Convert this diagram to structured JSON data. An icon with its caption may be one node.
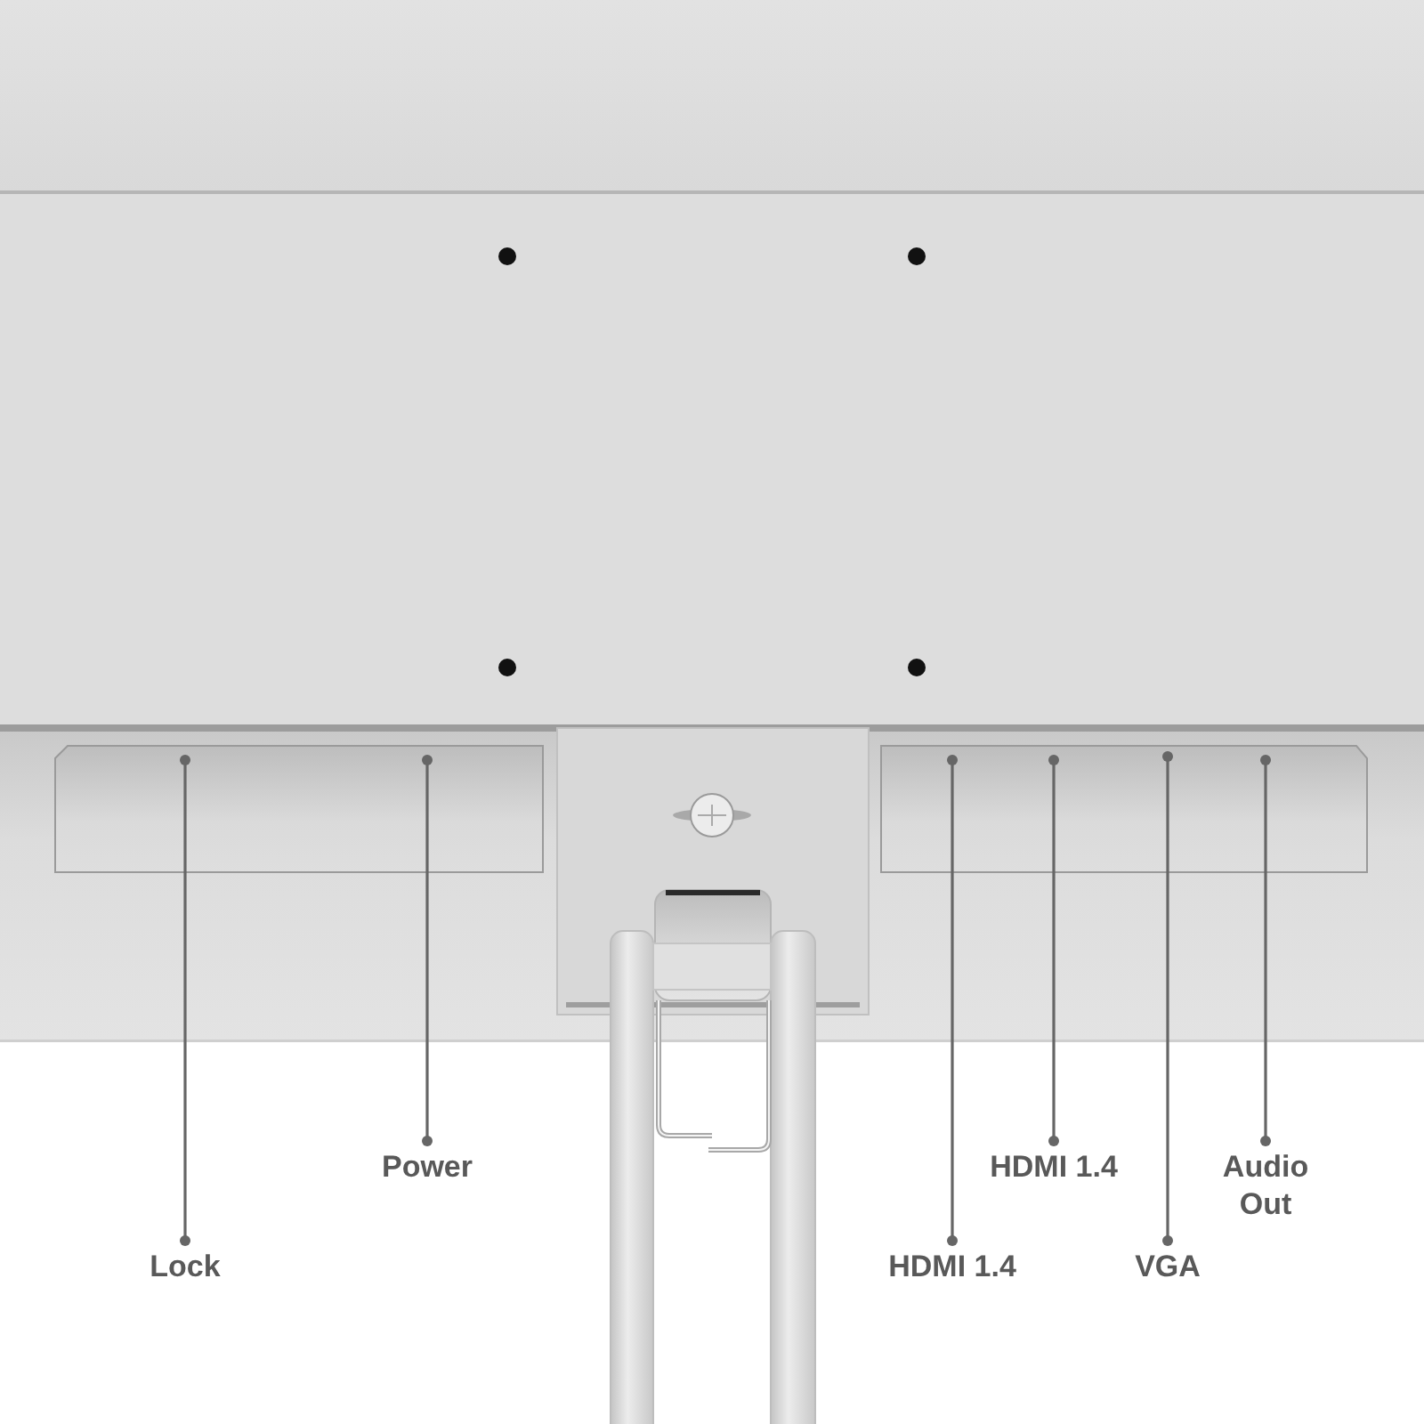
{
  "diagram": {
    "nodes": [
      {
        "text": [
          "Power"
        ]
      },
      {
        "text": [
          "HDMI 1.4"
        ]
      },
      {
        "text": [
          "Audio Out"
        ]
      },
      {
        "text": [
          "Lock"
        ]
      },
      {
        "text": [
          "HDMI 1.4"
        ]
      },
      {
        "text": [
          "VGA"
        ]
      }
    ],
    "edges": [
      {
        "from": 0,
        "to": null,
        "arrow": "other"
      },
      {
        "from": 1,
        "to": null,
        "arrow": "other"
      },
      {
        "from": 2,
        "to": null,
        "arrow": "other"
      },
      {
        "from": 3,
        "to": null,
        "arrow": "other"
      },
      {
        "from": 4,
        "to": null,
        "arrow": "other"
      },
      {
        "from": 5,
        "to": null,
        "arrow": "other"
      }
    ]
  }
}
